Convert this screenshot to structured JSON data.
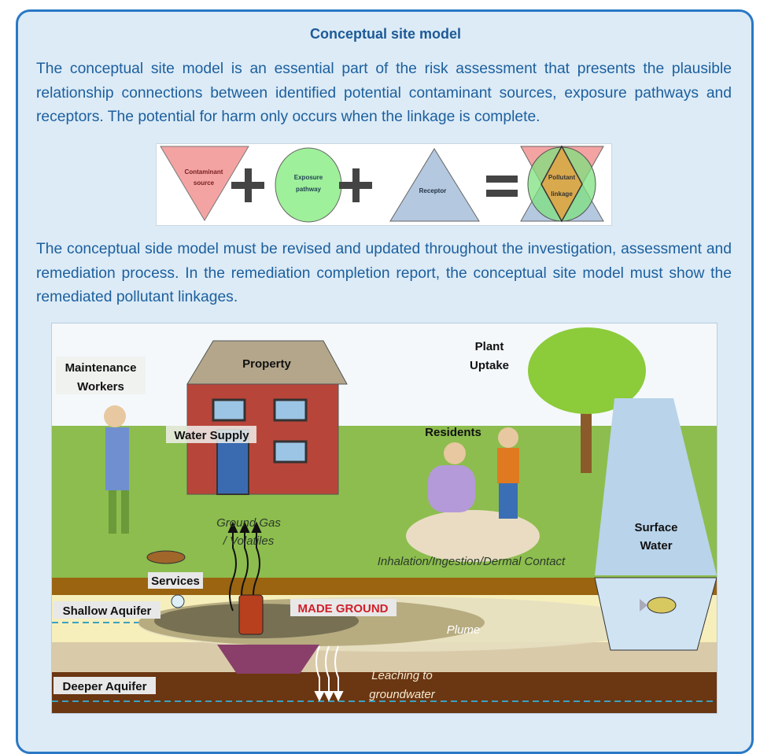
{
  "title": "Conceptual site model",
  "paragraph1": "The conceptual site model is an essential part of the risk assessment that presents the plausible relationship connections between identified potential contaminant sources, exposure pathways and receptors.  The potential for harm only occurs when the linkage is complete.",
  "equation": {
    "source_line1": "Contaminant",
    "source_line2": "source",
    "pathway_line1": "Exposure",
    "pathway_line2": "pathway",
    "receptor": "Receptor",
    "linkage_line1": "Pollutant",
    "linkage_line2": "linkage",
    "colors": {
      "source": "#f4a3a3",
      "pathway": "#9ef09a",
      "receptor": "#b4c8e0",
      "linkage": "#d9a94e"
    }
  },
  "paragraph2": "The conceptual side model must be revised and updated throughout the investigation, assessment and remediation process.  In the remediation completion report, the conceptual site model must show the remediated pollutant linkages.",
  "diagram": {
    "maintenance_1": "Maintenance",
    "maintenance_2": "Workers",
    "property": "Property",
    "plant_1": "Plant",
    "plant_2": "Uptake",
    "water_supply": "Water Supply",
    "residents": "Residents",
    "gas_1": "Ground Gas",
    "gas_2": "/ Volatiles",
    "surface_1": "Surface",
    "surface_2": "Water",
    "contact": "Inhalation/Ingestion/Dermal Contact",
    "services": "Services",
    "made_ground": "MADE GROUND",
    "shallow": "Shallow Aquifer",
    "plume": "Plume",
    "leach_1": "Leaching to",
    "leach_2": "groundwater",
    "deeper": "Deeper Aquifer"
  }
}
